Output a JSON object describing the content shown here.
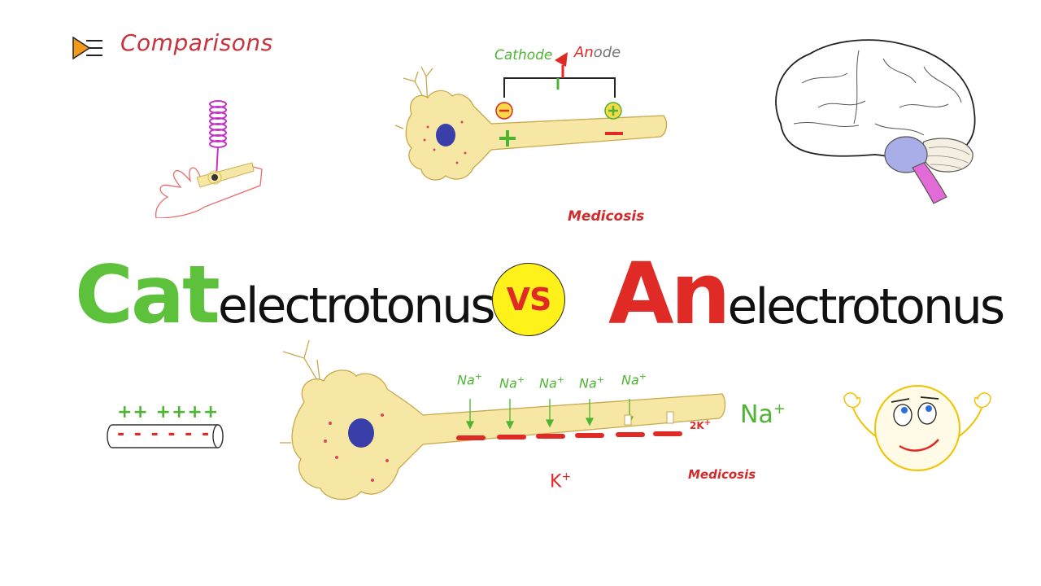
{
  "header": {
    "series_title": "Comparisons"
  },
  "title": {
    "left_prefix": "Cat",
    "left_suffix": "electrotonus",
    "vs": "VS",
    "right_prefix": "An",
    "right_suffix": "electrotonus"
  },
  "top_neuron": {
    "cathode_label": "Cathode",
    "anode_label_prefix": "An",
    "anode_label_suffix": "ode",
    "minus_sign": "−",
    "plus_sign": "+"
  },
  "bottom_neuron": {
    "na_labels": [
      "Na",
      "Na",
      "Na",
      "Na",
      "Na"
    ],
    "na_charge": "+",
    "k_label": "K",
    "k_charge": "+",
    "k2_label": "2K",
    "k2_charge": "+",
    "na_big_label": "Na",
    "na_big_charge": "+"
  },
  "cable": {
    "plus_row": "++ ++++",
    "minus_row": "- - - - - -"
  },
  "watermark": {
    "text": "Medicosis"
  },
  "colors": {
    "green": "#5ec13c",
    "red": "#e02a26",
    "neuron_fill": "#f6e7a4",
    "nucleus": "#3a3ea8",
    "vs_yellow": "#fff21a",
    "orange_icon": "#f39a1c"
  },
  "icons": {
    "menu_icon": "play-list-icon",
    "brain_icon": "brain-icon",
    "emoji_icon": "shrugging-face-icon",
    "hand_icon": "hand-stimulator-icon"
  }
}
